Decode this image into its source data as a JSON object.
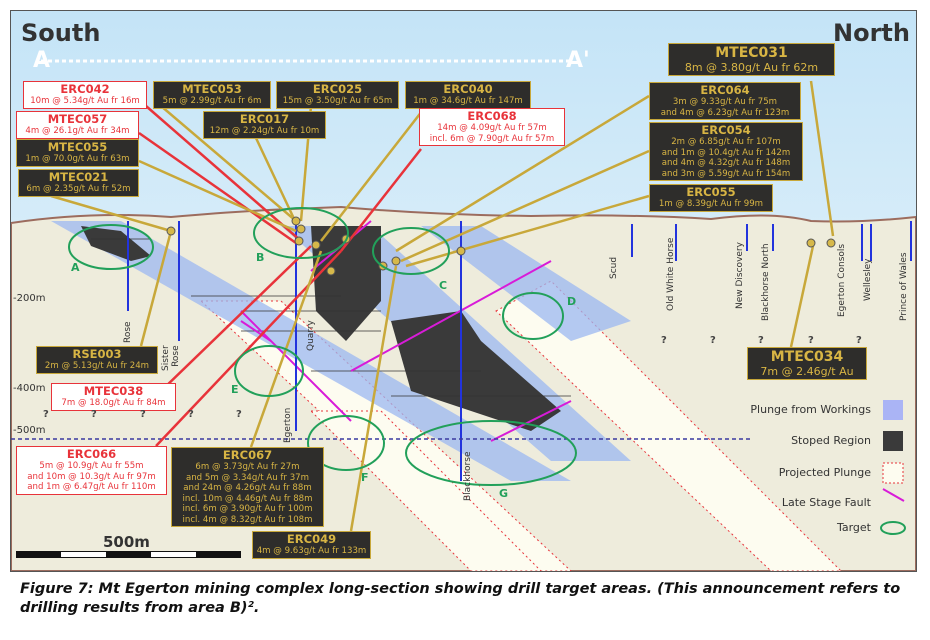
{
  "header": {
    "south": "South",
    "north": "North",
    "section_start": "A",
    "section_end": "A'"
  },
  "depths": [
    "-200m",
    "-400m",
    "-500m"
  ],
  "scale_label": "500m",
  "boxes": [
    {
      "id": "ERC042",
      "style": "red",
      "lines": [
        "10m @ 5.34g/t Au fr 16m"
      ]
    },
    {
      "id": "MTEC057",
      "style": "red",
      "lines": [
        "4m @ 26.1g/t Au fr 34m"
      ]
    },
    {
      "id": "MTEC055",
      "style": "dark",
      "lines": [
        "1m @ 70.0g/t Au fr 63m"
      ]
    },
    {
      "id": "MTEC021",
      "style": "dark",
      "lines": [
        "6m @ 2.35g/t Au fr 52m"
      ]
    },
    {
      "id": "MTEC053",
      "style": "dark",
      "lines": [
        "5m @ 2.99g/t Au fr 6m"
      ]
    },
    {
      "id": "ERC017",
      "style": "dark",
      "lines": [
        "12m @ 2.24g/t Au fr 10m"
      ]
    },
    {
      "id": "ERC025",
      "style": "dark",
      "lines": [
        "15m @ 3.50g/t Au fr 65m"
      ]
    },
    {
      "id": "ERC040",
      "style": "dark",
      "lines": [
        "1m @ 34.6g/t Au fr 147m"
      ]
    },
    {
      "id": "ERC068",
      "style": "red",
      "lines": [
        "14m @ 4.09g/t Au fr 57m",
        "incl. 6m @ 7.90g/t Au fr 57m"
      ]
    },
    {
      "id": "MTEC031",
      "style": "dark",
      "lines": [
        "8m @ 3.80g/t Au fr 62m"
      ]
    },
    {
      "id": "ERC064",
      "style": "dark",
      "lines": [
        "3m @ 9.33g/t Au fr 75m",
        "and 4m @ 6.23g/t Au fr 123m"
      ]
    },
    {
      "id": "ERC054",
      "style": "dark",
      "lines": [
        "2m @ 6.85g/t Au fr 107m",
        "and 1m @ 10.4g/t Au fr 142m",
        "and 4m @ 4.32g/t Au fr 148m",
        "and 3m @ 5.59g/t Au fr 154m"
      ]
    },
    {
      "id": "ERC055",
      "style": "dark",
      "lines": [
        "1m @ 8.39g/t Au fr 99m"
      ]
    },
    {
      "id": "RSE003",
      "style": "dark",
      "lines": [
        "2m @ 5.13g/t Au fr 24m"
      ]
    },
    {
      "id": "MTEC038",
      "style": "red",
      "lines": [
        "7m @ 18.0g/t Au fr 84m"
      ]
    },
    {
      "id": "ERC066",
      "style": "red",
      "lines": [
        "5m @ 10.9g/t Au fr 55m",
        "and 10m @ 10.3g/t Au fr 97m",
        "and 1m @ 6.47g/t Au fr 110m"
      ]
    },
    {
      "id": "ERC067",
      "style": "dark",
      "lines": [
        "6m @ 3.73g/t Au fr 27m",
        "and 5m @ 3.34g/t Au fr 37m",
        "and 24m @ 4.26g/t Au fr 88m",
        "incl. 10m @ 4.46g/t Au fr 88m",
        "incl. 6m @ 3.90g/t Au fr 100m",
        "incl. 4m @ 8.32g/t Au fr 108m"
      ]
    },
    {
      "id": "ERC049",
      "style": "dark",
      "lines": [
        "4m @ 9.63g/t Au fr 133m"
      ]
    },
    {
      "id": "MTEC034",
      "style": "dark",
      "lines": [
        "7m @ 2.46g/t Au"
      ]
    }
  ],
  "workings": [
    "Rose",
    "Sister Rose",
    "Quarry",
    "Egerton",
    "Blackhorse",
    "Scud",
    "Old White Horse",
    "New Discovery",
    "Blackhorse North",
    "Egerton Consols",
    "Wellesley",
    "Prince of Wales"
  ],
  "targets": [
    "A",
    "B",
    "C",
    "D",
    "E",
    "F",
    "G"
  ],
  "legend": [
    {
      "label": "Plunge from Workings",
      "color": "#aab4f5"
    },
    {
      "label": "Stoped Region",
      "color": "#3a3a3a"
    },
    {
      "label": "Projected Plunge",
      "color": "#fdfcf0"
    },
    {
      "label": "Late Stage Fault",
      "color": "#d81bd8"
    },
    {
      "label": "Target",
      "color": "#22a05a"
    }
  ],
  "caption": "Figure 7: Mt Egerton mining complex long-section showing drill target areas. (This announcement refers to drilling results from area B)².",
  "colors": {
    "gold": "#c8a83a",
    "red": "#e8333a",
    "ground": "#eeecdc",
    "sky": "#cfe8f6"
  }
}
